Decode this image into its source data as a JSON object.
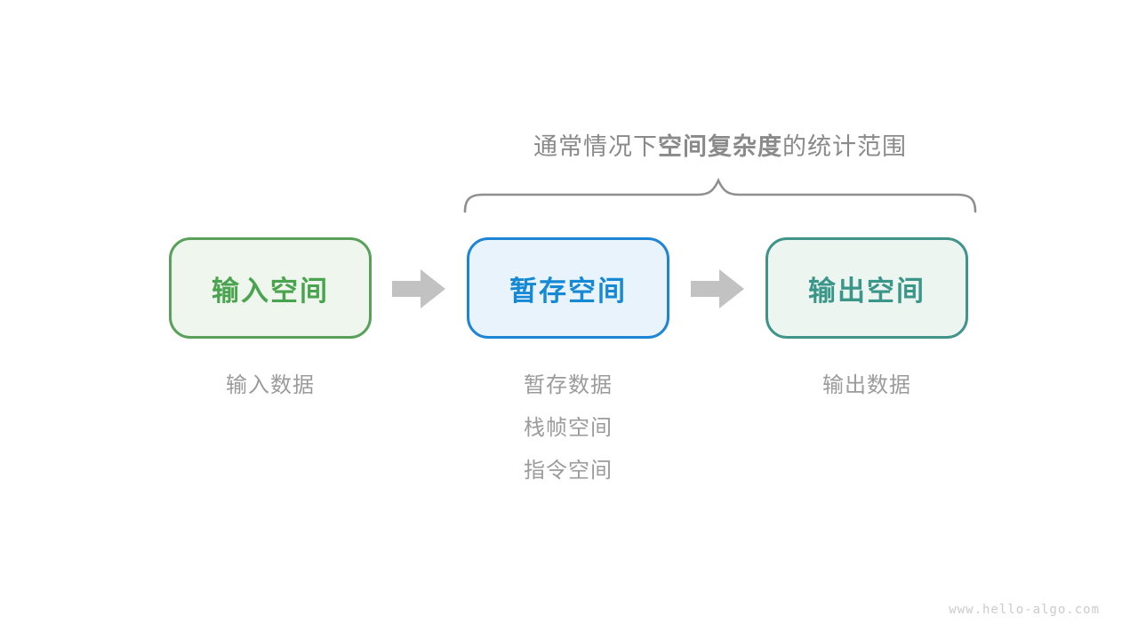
{
  "annotation": {
    "title_prefix": "通常情况下",
    "title_bold": "空间复杂度",
    "title_suffix": "的统计范围",
    "title_color": "#8A8A8A",
    "brace_color": "#8F8F8F"
  },
  "flow": {
    "arrow_color": "#C2C2C2",
    "boxes": [
      {
        "label": "输入空间",
        "border_color": "#5AA05A",
        "fill_color": "#EFF6ED",
        "text_color": "#4AA34E",
        "caption_lines": [
          "输入数据"
        ]
      },
      {
        "label": "暂存空间",
        "border_color": "#1E85D6",
        "fill_color": "#E9F3FB",
        "text_color": "#1689D4",
        "caption_lines": [
          "暂存数据",
          "栈帧空间",
          "指令空间"
        ]
      },
      {
        "label": "输出空间",
        "border_color": "#40948A",
        "fill_color": "#EDF5F1",
        "text_color": "#3A9689",
        "caption_lines": [
          "输出数据"
        ]
      }
    ],
    "caption_color": "#9B9B9B"
  },
  "footer": {
    "watermark": "www.hello-algo.com",
    "watermark_color": "#CBCBCB"
  }
}
